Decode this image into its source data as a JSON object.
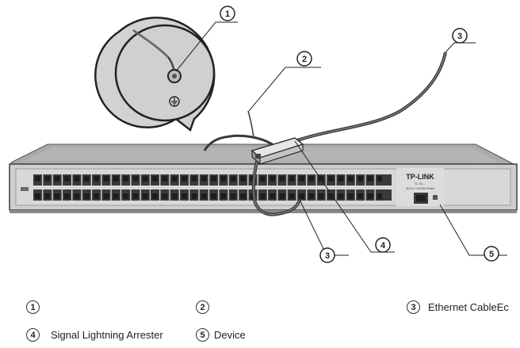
{
  "callouts": [
    "1",
    "2",
    "3",
    "4",
    "5"
  ],
  "device": {
    "brand_logo": "TP-LINK",
    "model_text": "TL-SL...",
    "desc_text": "48-Port 10/100M Switch"
  },
  "legend": [
    {
      "num": "1",
      "label": ""
    },
    {
      "num": "2",
      "label": ""
    },
    {
      "num": "3",
      "label": "Ethernet CableEc"
    },
    {
      "num": "4",
      "label": "Signal Lightning Arrester"
    },
    {
      "num": "5",
      "label": "Device"
    }
  ]
}
